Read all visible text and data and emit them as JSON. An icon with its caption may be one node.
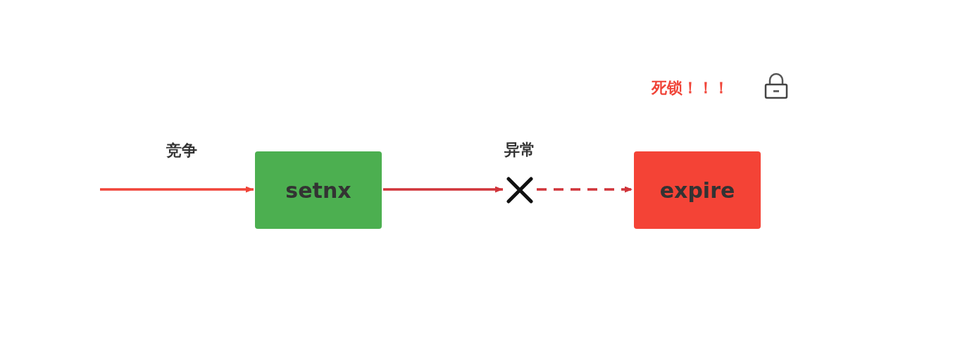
{
  "diagram": {
    "nodes": [
      {
        "text": [
          "setnx"
        ]
      },
      {
        "text": [],
        "shape": "cross",
        "beside": [
          "异常"
        ]
      },
      {
        "text": [
          "expire"
        ]
      }
    ],
    "edges": [
      {
        "from": null,
        "to": 0,
        "arrow": "to",
        "label": "竞争",
        "color": "#f04438"
      },
      {
        "from": 0,
        "to": 1,
        "arrow": "to"
      },
      {
        "from": 1,
        "to": 2,
        "arrow": "to",
        "style": "dashed"
      }
    ],
    "labels": [
      "死锁！！！"
    ]
  }
}
